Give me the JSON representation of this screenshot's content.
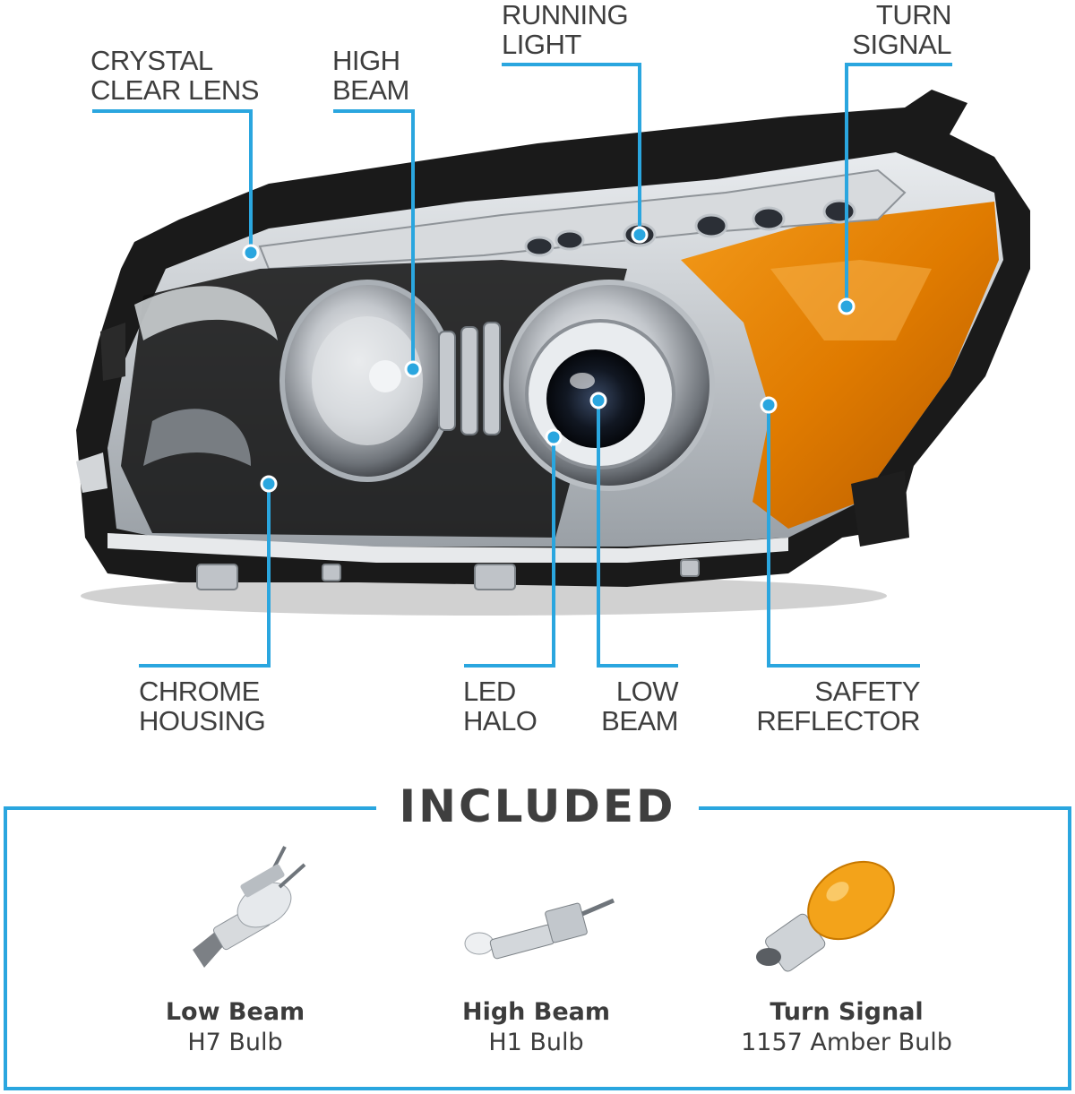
{
  "callouts": {
    "crystal_clear_lens": [
      "CRYSTAL",
      "CLEAR LENS"
    ],
    "high_beam": [
      "HIGH",
      "BEAM"
    ],
    "running_light": [
      "RUNNING",
      "LIGHT"
    ],
    "turn_signal": [
      "TURN",
      "SIGNAL"
    ],
    "chrome_housing": [
      "CHROME",
      "HOUSING"
    ],
    "led_halo": [
      "LED",
      "HALO"
    ],
    "low_beam": [
      "LOW",
      "BEAM"
    ],
    "safety_reflector": [
      "SAFETY",
      "REFLECTOR"
    ]
  },
  "included": {
    "title": "INCLUDED",
    "items": [
      {
        "name": "Low Beam",
        "type": "H7 Bulb"
      },
      {
        "name": "High Beam",
        "type": "H1 Bulb"
      },
      {
        "name": "Turn Signal",
        "type": "1157 Amber Bulb"
      }
    ]
  },
  "colors": {
    "accent": "#2aa6df",
    "text": "#3e3e3e",
    "amber": "#f08a00",
    "chrome": "#c9cdd1",
    "housing_black": "#1a1a1a"
  }
}
